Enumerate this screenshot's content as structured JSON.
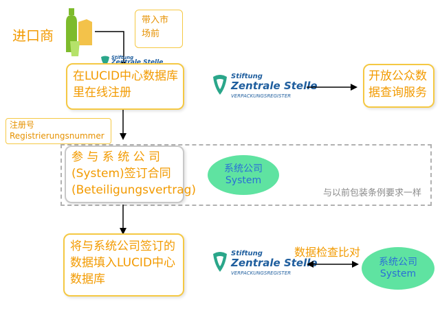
{
  "importer_label": "进口商",
  "callout_market": "带入市场前",
  "logo": {
    "line1": "Stiftung",
    "line2": "Zentrale Stelle",
    "line3": "VERPACKUNGSREGISTER"
  },
  "box_register": [
    "在LUCID中心数据库",
    "里在线注册"
  ],
  "box_public": [
    "开放公众数",
    "据查询服务"
  ],
  "callout_regnum": [
    "注册号",
    "Registrierungsnummer"
  ],
  "box_contract": [
    "参 与 系 统 公 司",
    "(System)签订合同",
    "(Beteiligungsvertrag)"
  ],
  "oval_system_1": [
    "系统公司",
    "System"
  ],
  "note_same": "与以前包装条例要求一样",
  "box_fill": [
    "将与系统公司签订的",
    "数据填入LUCID中心",
    "数据库"
  ],
  "data_check": "数据检查比对",
  "oval_system_2": [
    "系统公司",
    "System"
  ]
}
